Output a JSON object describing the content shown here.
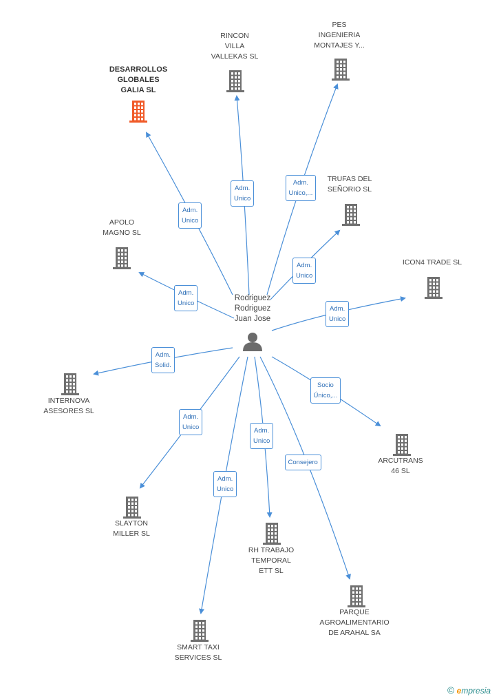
{
  "colors": {
    "edge": "#4a8fd8",
    "building": "#707070",
    "focus_building": "#f05a28",
    "person": "#6b6b6b"
  },
  "center": {
    "name": "Rodriguez\nRodriguez\nJuan Jose",
    "icon": "person-icon"
  },
  "nodes": [
    {
      "id": "desarrollos",
      "label": "DESARROLLOS\nGLOBALES\nGALIA SL",
      "focus": true,
      "icon": "building-icon"
    },
    {
      "id": "rincon",
      "label": "RINCON\nVILLA\nVALLEKAS SL",
      "icon": "building-icon"
    },
    {
      "id": "pes",
      "label": "PES\nINGENIERIA\nMONTAJES Y...",
      "icon": "building-icon"
    },
    {
      "id": "trufas",
      "label": "TRUFAS DEL\nSEÑORIO  SL",
      "icon": "building-icon"
    },
    {
      "id": "apolo",
      "label": "APOLO\nMAGNO  SL",
      "icon": "building-icon"
    },
    {
      "id": "icon4",
      "label": "ICON4 TRADE SL",
      "icon": "building-icon"
    },
    {
      "id": "internova",
      "label": "INTERNOVA\nASESORES SL",
      "icon": "building-icon"
    },
    {
      "id": "arcutrans",
      "label": "ARCUTRANS\n46  SL",
      "icon": "building-icon"
    },
    {
      "id": "slayton",
      "label": "SLAYTON\nMILLER  SL",
      "icon": "building-icon"
    },
    {
      "id": "rh",
      "label": "RH TRABAJO\nTEMPORAL\nETT  SL",
      "icon": "building-icon"
    },
    {
      "id": "parque",
      "label": "PARQUE\nAGROALIMENTARIO\nDE ARAHAL SA",
      "icon": "building-icon"
    },
    {
      "id": "smart",
      "label": "SMART TAXI\nSERVICES  SL",
      "icon": "building-icon"
    }
  ],
  "edges": [
    {
      "to": "desarrollos",
      "label": "Adm.\nUnico"
    },
    {
      "to": "rincon",
      "label": "Adm.\nUnico"
    },
    {
      "to": "pes",
      "label": "Adm.\nUnico,..."
    },
    {
      "to": "trufas",
      "label": "Adm.\nUnico"
    },
    {
      "to": "apolo",
      "label": "Adm.\nUnico"
    },
    {
      "to": "icon4",
      "label": "Adm.\nUnico"
    },
    {
      "to": "internova",
      "label": "Adm.\nSolid."
    },
    {
      "to": "arcutrans",
      "label": "Socio\nÚnico,..."
    },
    {
      "to": "slayton",
      "label": "Adm.\nUnico"
    },
    {
      "to": "rh",
      "label": "Adm.\nUnico"
    },
    {
      "to": "parque",
      "label": "Consejero"
    },
    {
      "to": "smart",
      "label": "Adm.\nUnico"
    }
  ],
  "footer": {
    "copyright": "©",
    "brand_initial": "e",
    "brand_rest": "mpresia"
  }
}
